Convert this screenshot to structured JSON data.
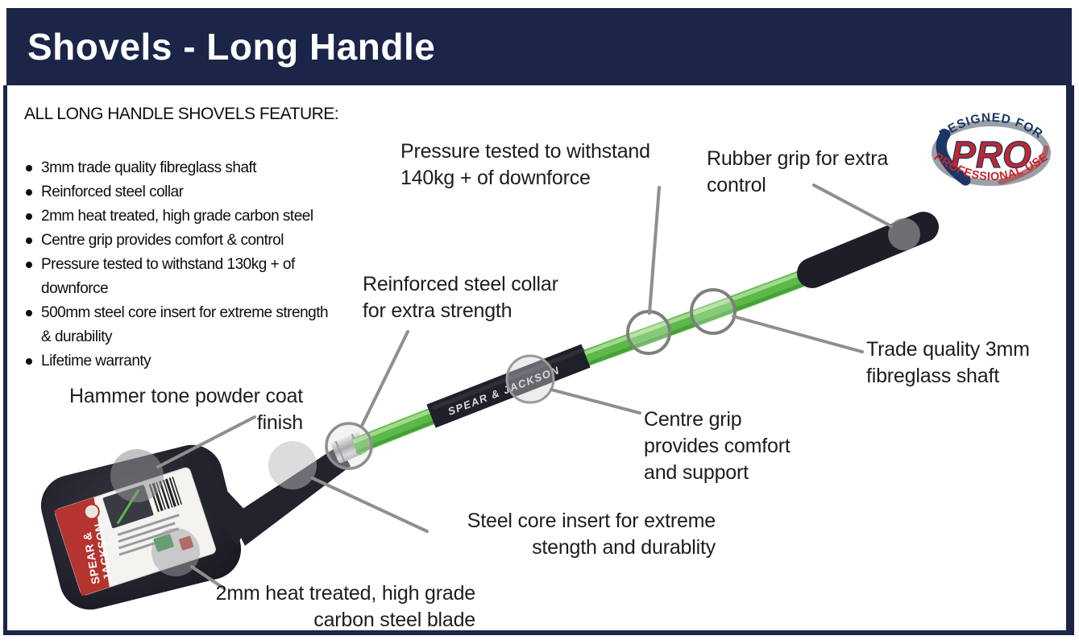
{
  "header": {
    "title": "Shovels - Long Handle"
  },
  "features": {
    "heading": "ALL LONG HANDLE SHOVELS FEATURE:",
    "items": [
      "3mm trade quality fibreglass shaft",
      "Reinforced steel collar",
      "2mm heat treated, high grade carbon steel",
      "Centre grip provides comfort & control",
      "Pressure tested to withstand 130kg + of\ndownforce",
      "500mm steel core insert for extreme strength\n& durability",
      "Lifetime warranty"
    ]
  },
  "badge": {
    "top_text": "DESIGNED FOR",
    "main_text": "PRO",
    "bottom_text": "PROFESSIONAL USE"
  },
  "callouts": {
    "pressure": "Pressure tested to withstand\n140kg + of downforce",
    "rubber_grip": "Rubber grip for extra\ncontrol",
    "steel_collar": "Reinforced steel collar\nfor extra strength",
    "fibreglass_shaft": "Trade quality 3mm\nfibreglass shaft",
    "centre_grip": "Centre grip\nprovides comfort\nand support",
    "hammer_tone": "Hammer tone powder coat\nfinish",
    "steel_core": "Steel core insert for extreme\nstength and durablity",
    "blade": "2mm heat treated, high grade\ncarbon steel blade"
  },
  "product": {
    "brand": "SPEAR & JACKSON",
    "label_brand_line1": "SPEAR &",
    "label_brand_line2": "JACKSON"
  },
  "colors": {
    "navy": "#1a2547",
    "shaft_green": "#5cb848",
    "badge_red": "#c2262c",
    "callout_gray": "#8f8f8f"
  }
}
